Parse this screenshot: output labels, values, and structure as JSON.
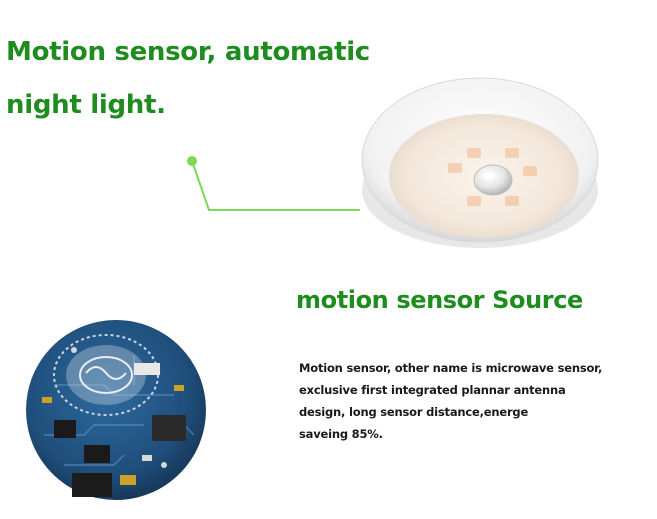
{
  "headline": {
    "line1": "Motion sensor, automatic",
    "line2": "night light."
  },
  "section": {
    "title": "motion sensor Source",
    "description_lines": [
      "Motion sensor, other name is microwave sensor,",
      "exclusive first integrated plannar antenna",
      "design, long sensor distance,energe",
      "saveing 85%."
    ]
  },
  "colors": {
    "accent_green": "#1e8c1e",
    "connector_green": "#7ed957",
    "body_text": "#1a1a1a",
    "pcb_blue": "#1f4e7a"
  },
  "images": {
    "lamp": "round-led-night-light",
    "pcb": "microwave-sensor-circuit-board"
  }
}
